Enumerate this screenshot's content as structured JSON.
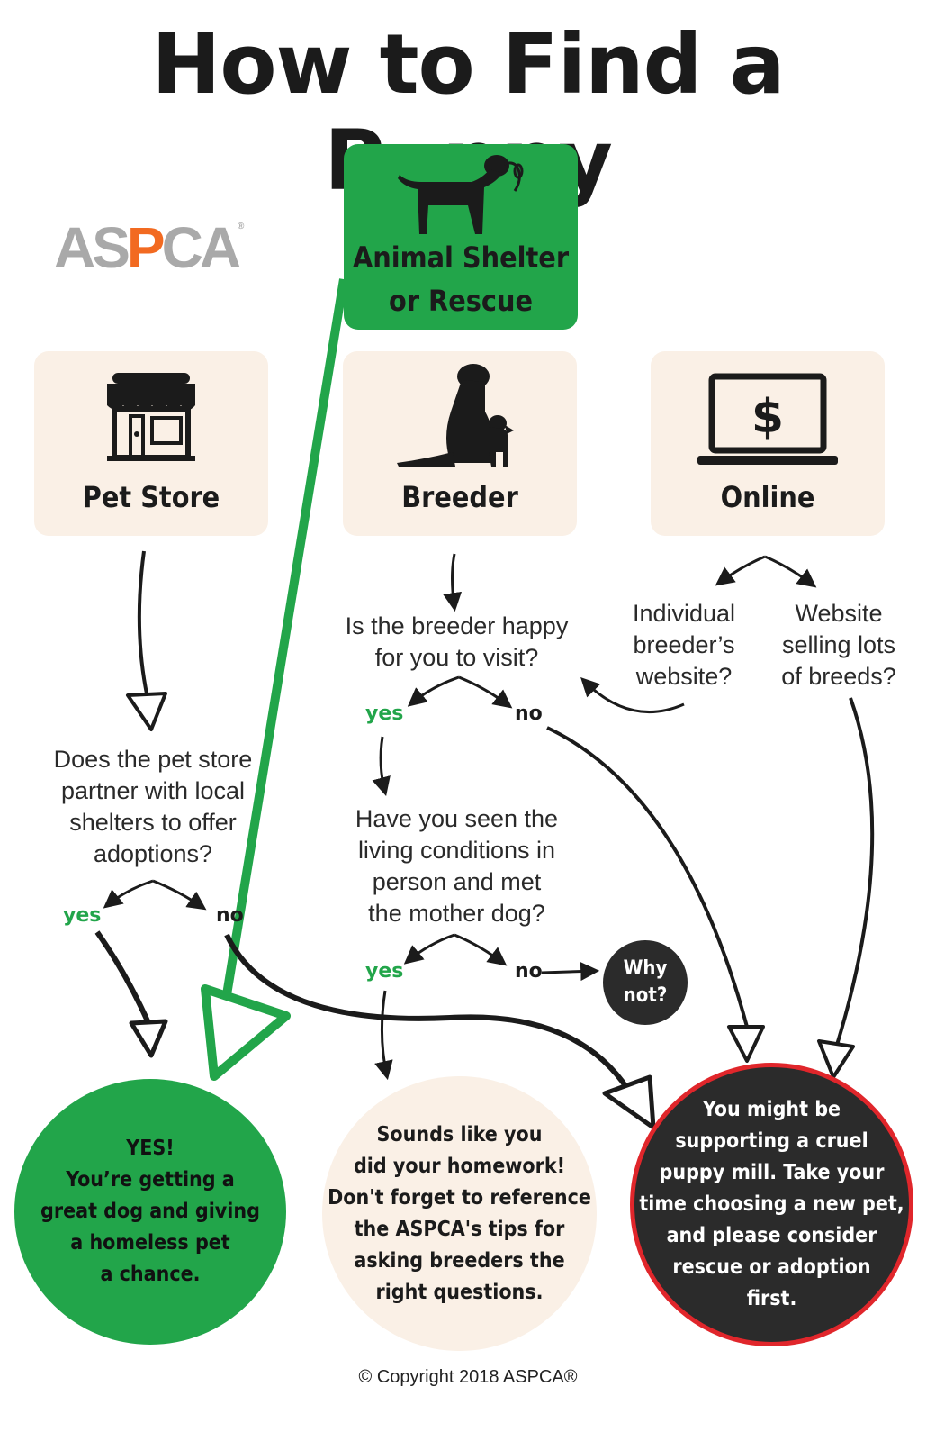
{
  "title": "How to Find a Puppy",
  "logo": {
    "text_a": "AS",
    "text_accent": "P",
    "text_b": "CA",
    "reg": "®",
    "accent_color": "#f26a21",
    "gray_color": "#a9a9a9"
  },
  "colors": {
    "green": "#22a54a",
    "cream": "#faf0e6",
    "dark": "#2b2b2b",
    "red": "#e0262b"
  },
  "sources": {
    "shelter": {
      "label_line1": "Animal Shelter",
      "label_line2": "or Rescue",
      "icon": "dog-with-leash-icon"
    },
    "pet_store": {
      "label": "Pet Store",
      "icon": "storefront-icon"
    },
    "breeder": {
      "label": "Breeder",
      "icon": "dog-and-puppy-icon"
    },
    "online": {
      "label": "Online",
      "icon": "laptop-dollar-icon"
    }
  },
  "pet_store_flow": {
    "question": [
      "Does the pet store",
      "partner with local",
      "shelters to offer",
      "adoptions?"
    ],
    "yes": "yes",
    "no": "no"
  },
  "breeder_flow": {
    "question1": [
      "Is the breeder happy",
      "for you to visit?"
    ],
    "yes1": "yes",
    "no1": "no",
    "question2": [
      "Have you seen the",
      "living conditions in",
      "person and met",
      "the mother dog?"
    ],
    "yes2": "yes",
    "no2": "no",
    "why_not": [
      "Why",
      "not?"
    ]
  },
  "online_flow": {
    "option1": [
      "Individual",
      "breeder’s",
      "website?"
    ],
    "option2": [
      "Website",
      "selling lots",
      "of breeds?"
    ]
  },
  "outcomes": {
    "good": [
      "YES!",
      "You’re getting a",
      "great dog and giving",
      "a homeless pet",
      "a chance."
    ],
    "homework": [
      "Sounds like you",
      "did your homework!",
      "Don't forget to reference",
      "the ASPCA's tips for",
      "asking breeders the",
      "right questions."
    ],
    "puppy_mill": [
      "You might be",
      "supporting a cruel",
      "puppy mill. Take your",
      "time choosing a new pet,",
      "and please consider",
      "rescue or adoption",
      "first."
    ]
  },
  "copyright": "© Copyright 2018 ASPCA®"
}
